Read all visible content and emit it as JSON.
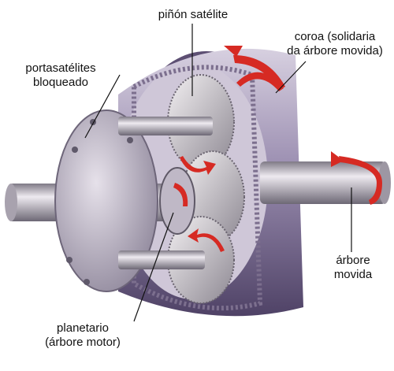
{
  "labels": {
    "pinon_satelite": "piñón satélite",
    "coroa_line1": "coroa (solidaria",
    "coroa_line2": "da árbore movida)",
    "portasatelites_line1": "portasatélites",
    "portasatelites_line2": "bloqueado",
    "arbore_movida_line1": "árbore",
    "arbore_movida_line2": "movida",
    "planetario_line1": "planetario",
    "planetario_line2": "(árbore motor)"
  },
  "colors": {
    "arrow": "#d62a23",
    "ring_dark": "#6e5c86",
    "ring_light": "#c4bcd3",
    "metal_light": "#e8e4ea",
    "metal_dark": "#8a8490",
    "carrier": "#b9b2c2",
    "leader": "#111111"
  }
}
